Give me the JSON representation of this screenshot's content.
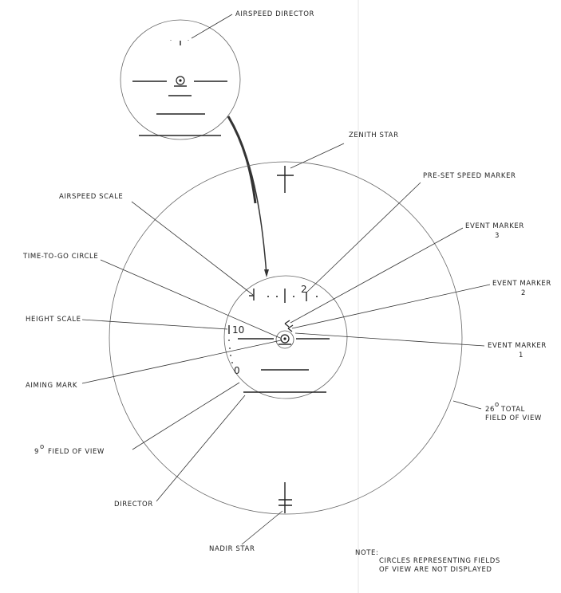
{
  "labels": {
    "airspeed_director": "AIRSPEED DIRECTOR",
    "zenith_star": "ZENITH STAR",
    "pre_set_speed_marker": "PRE-SET SPEED MARKER",
    "airspeed_scale": "AIRSPEED SCALE",
    "event_marker_3": "EVENT MARKER",
    "event_marker_3_num": "3",
    "time_to_go_circle": "TIME-TO-GO CIRCLE",
    "event_marker_2": "EVENT MARKER",
    "event_marker_2_num": "2",
    "height_scale": "HEIGHT SCALE",
    "event_marker_1": "EVENT MARKER",
    "event_marker_1_num": "1",
    "aiming_mark": "AIMING MARK",
    "total_fov_num": "26",
    "total_fov_deg": "o",
    "total_fov_line1": "TOTAL",
    "total_fov_line2": "FIELD OF VIEW",
    "small_fov_num": "9",
    "small_fov_deg": "o",
    "small_fov_text": "FIELD OF VIEW",
    "director": "DIRECTOR",
    "nadir_star": "NADIR STAR",
    "note_title": "NOTE:",
    "note_line1": "CIRCLES REPRESENTING FIELDS",
    "note_line2": "OF VIEW ARE NOT DISPLAYED"
  },
  "display": {
    "height_scale_value": "10",
    "height_scale_zero": "0",
    "airspeed_scale_number": "2"
  }
}
